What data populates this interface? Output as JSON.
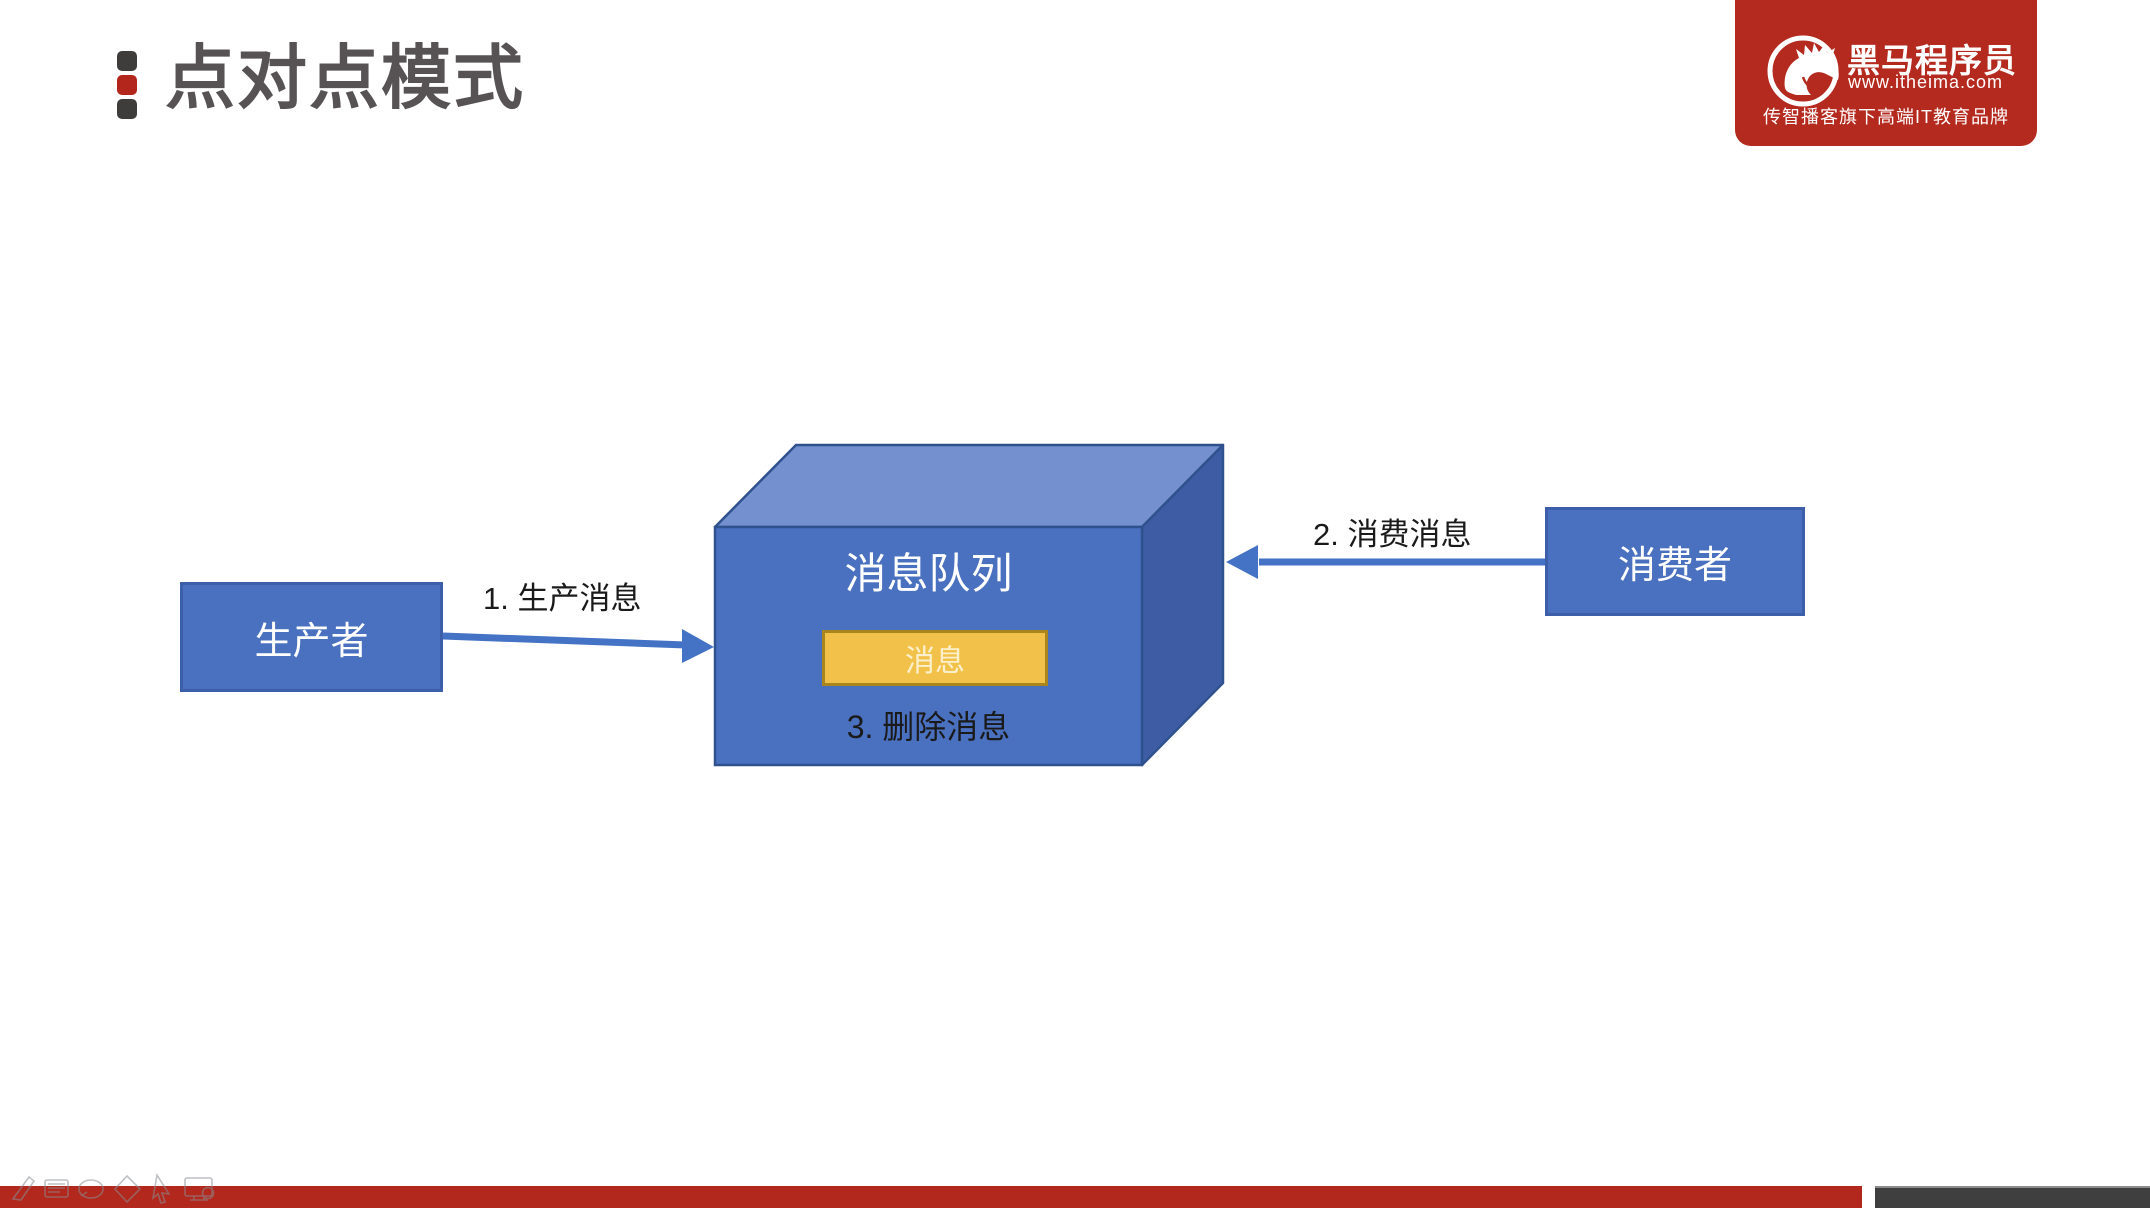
{
  "slide": {
    "title": "点对点模式"
  },
  "logo": {
    "brand": "黑马程序员",
    "website": "www.itheima.com",
    "tagline": "传智播客旗下高端IT教育品牌"
  },
  "diagram": {
    "producer_label": "生产者",
    "queue_label": "消息队列",
    "message_label": "消息",
    "consumer_label": "消费者",
    "steps": {
      "step1": "1. 生产消息",
      "step2": "2. 消费消息",
      "step3": "3. 删除消息"
    }
  },
  "toolbar": {
    "icons": [
      "pen-icon",
      "keyboard-icon",
      "ellipse-icon",
      "diamond-icon",
      "cursor-icon",
      "monitor-icon"
    ]
  },
  "colors": {
    "accent_blue": "#4472C4",
    "cube_front": "#4A70C0",
    "cube_top": "#7590CE",
    "cube_side": "#3E5CA4",
    "cube_border": "#2F528F",
    "box_border": "#3D5EA8",
    "gold_fill": "#F2C14A",
    "gold_border": "#A8861D",
    "gold_text": "#FBF0CB",
    "brand_red": "#B42A1F",
    "bar_red": "#B2281C",
    "bar_dark": "#3F3F3F",
    "title_gray": "#575354"
  }
}
